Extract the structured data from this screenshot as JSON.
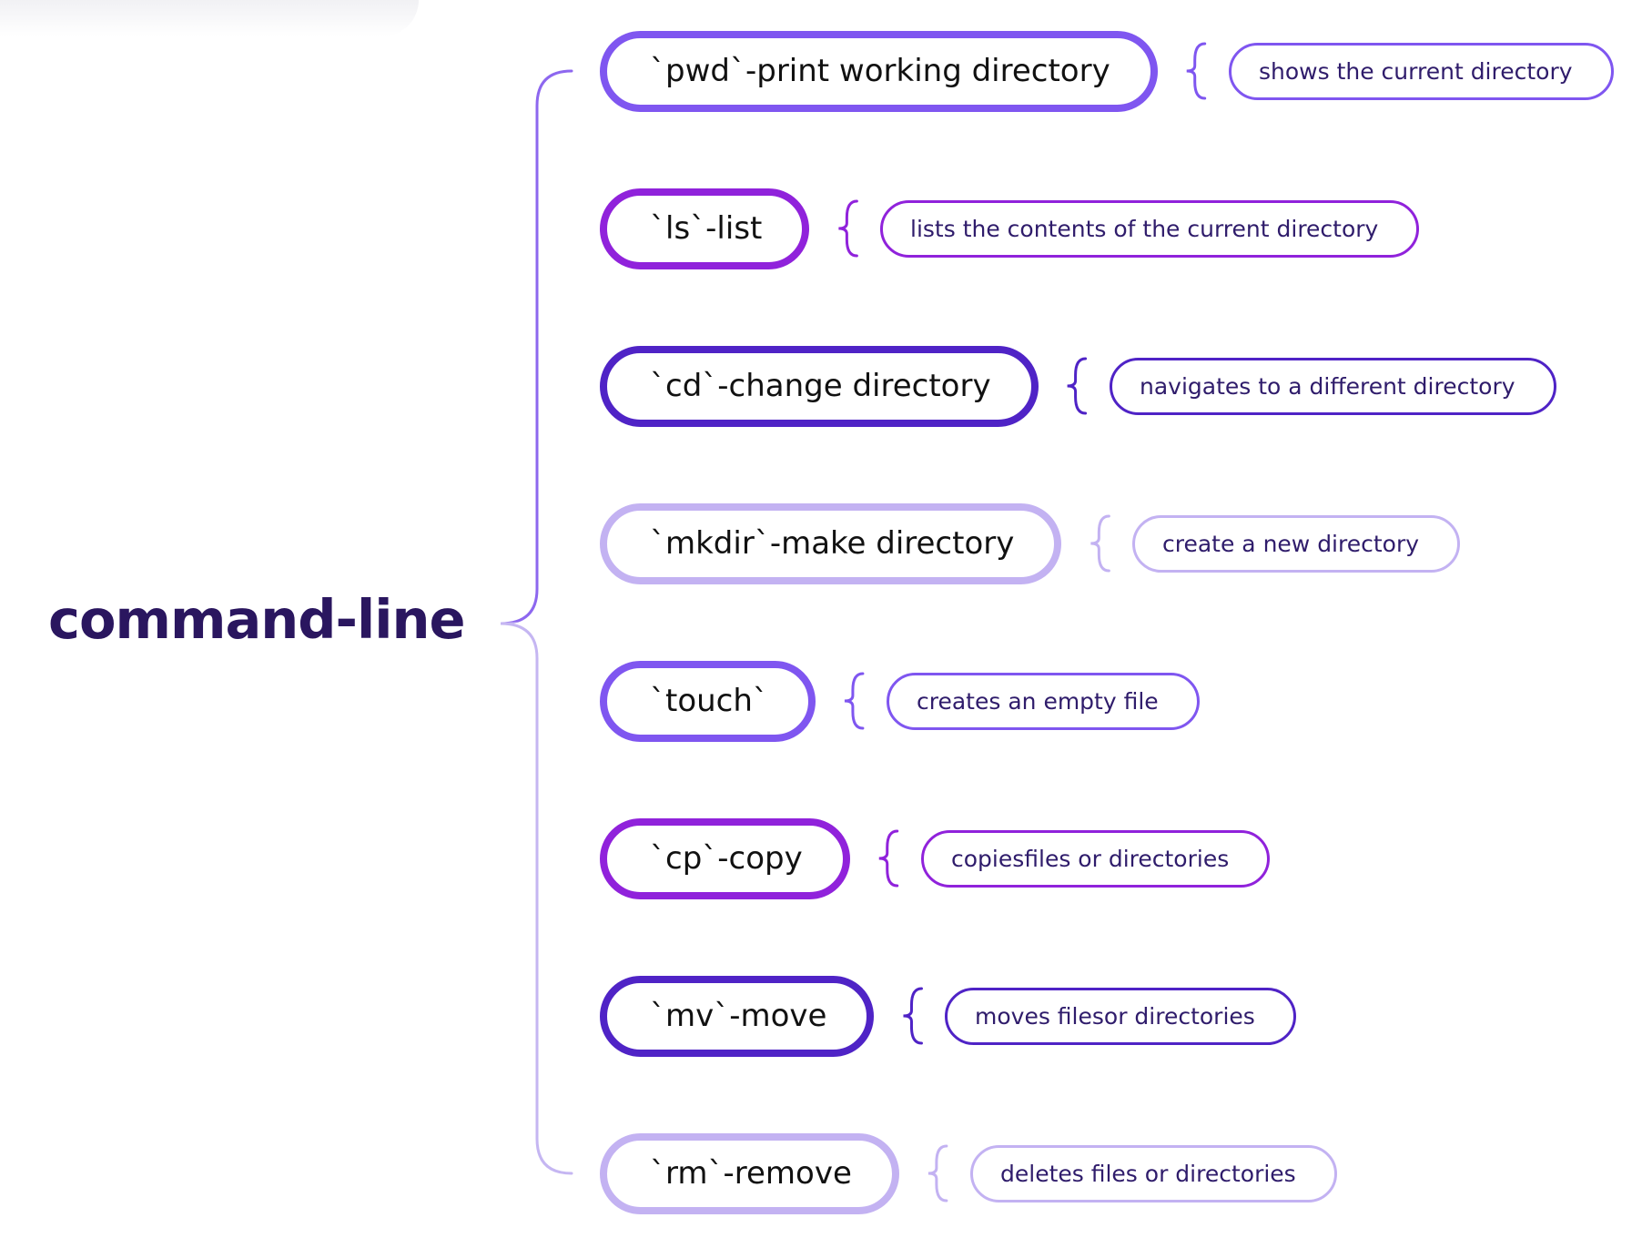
{
  "root": {
    "label": "command-line"
  },
  "colors": {
    "root_text": "#2a165f",
    "violet": "#7f56f0",
    "purple": "#9022db",
    "indigo": "#4f23c6",
    "lavender": "#c3b2f2",
    "trunk_top": "#8d67ef",
    "trunk_bottom": "#c5b6f2"
  },
  "commands": [
    {
      "label": "`pwd`-print working directory",
      "description": "shows the current directory",
      "color": "#7f56f0"
    },
    {
      "label": "`ls`-list",
      "description": "lists the contents of the current directory",
      "color": "#9022db"
    },
    {
      "label": "`cd`-change directory",
      "description": "navigates to a different directory",
      "color": "#4f23c6"
    },
    {
      "label": "`mkdir`-make directory",
      "description": "create a new directory",
      "color": "#c3b2f2"
    },
    {
      "label": "`touch`",
      "description": "creates an empty file",
      "color": "#7f56f0"
    },
    {
      "label": "`cp`-copy",
      "description": "copiesfiles or directories",
      "color": "#9022db"
    },
    {
      "label": "`mv`-move",
      "description": "moves filesor directories",
      "color": "#4f23c6"
    },
    {
      "label": "`rm`-remove",
      "description": "deletes files or directories",
      "color": "#c3b2f2"
    }
  ]
}
